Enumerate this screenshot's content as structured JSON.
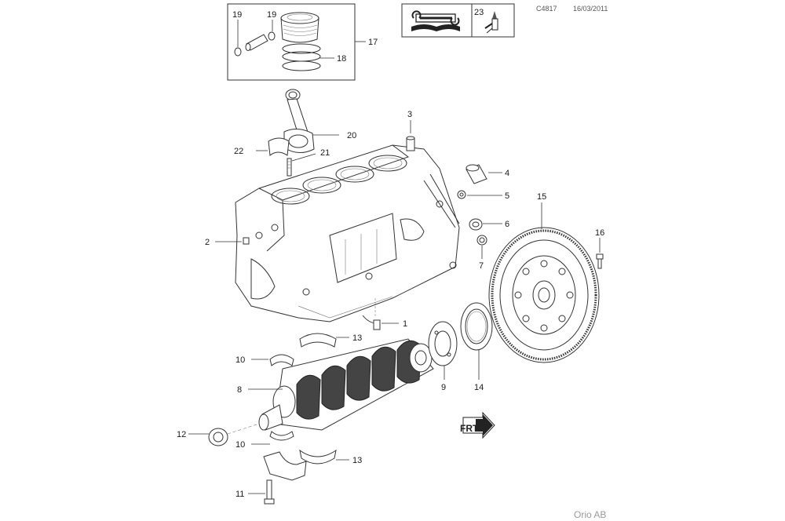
{
  "header": {
    "code": "C4817",
    "date": "16/03/2011",
    "ref_number": "23"
  },
  "footer": {
    "brand": "Orio AB"
  },
  "direction_mark": "FRT",
  "callouts": {
    "c1": "1",
    "c2": "2",
    "c3": "3",
    "c4": "4",
    "c5": "5",
    "c6": "6",
    "c7": "7",
    "c8": "8",
    "c9": "9",
    "c10a": "10",
    "c10b": "10",
    "c11": "11",
    "c12": "12",
    "c13a": "13",
    "c13b": "13",
    "c14": "14",
    "c15": "15",
    "c16": "16",
    "c17": "17",
    "c18": "18",
    "c19a": "19",
    "c19b": "19",
    "c20": "20",
    "c21": "21",
    "c22": "22"
  },
  "icons": {
    "manual": "manual-tools-icon",
    "lubricant": "oil-can-icon"
  }
}
